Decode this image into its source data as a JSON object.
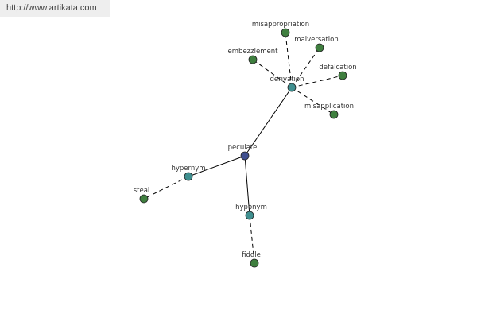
{
  "header": {
    "url": "http://www.artikata.com"
  },
  "colors": {
    "center_node": "#3f4f8f",
    "relation_node": "#3f8f8f",
    "leaf_node": "#3f7f3f",
    "edge": "#000000",
    "label": "#333333",
    "url_bar_bg": "#eeeeee"
  },
  "graph": {
    "nodes": [
      {
        "id": "peculate",
        "label": "peculate",
        "kind": "center"
      },
      {
        "id": "derivation",
        "label": "derivation",
        "kind": "relation"
      },
      {
        "id": "hypernym",
        "label": "hypernym",
        "kind": "relation"
      },
      {
        "id": "hyponym",
        "label": "hyponym",
        "kind": "relation"
      },
      {
        "id": "misappropriation",
        "label": "misappropriation",
        "kind": "leaf"
      },
      {
        "id": "malversation",
        "label": "malversation",
        "kind": "leaf"
      },
      {
        "id": "embezzlement",
        "label": "embezzlement",
        "kind": "leaf"
      },
      {
        "id": "defalcation",
        "label": "defalcation",
        "kind": "leaf"
      },
      {
        "id": "misapplication",
        "label": "misapplication",
        "kind": "leaf"
      },
      {
        "id": "steal",
        "label": "steal",
        "kind": "leaf"
      },
      {
        "id": "fiddle",
        "label": "fiddle",
        "kind": "leaf"
      }
    ],
    "edges": [
      {
        "from": "peculate",
        "to": "derivation",
        "style": "solid"
      },
      {
        "from": "peculate",
        "to": "hypernym",
        "style": "solid"
      },
      {
        "from": "peculate",
        "to": "hyponym",
        "style": "solid"
      },
      {
        "from": "derivation",
        "to": "misappropriation",
        "style": "dashed"
      },
      {
        "from": "derivation",
        "to": "malversation",
        "style": "dashed"
      },
      {
        "from": "derivation",
        "to": "embezzlement",
        "style": "dashed"
      },
      {
        "from": "derivation",
        "to": "defalcation",
        "style": "dashed"
      },
      {
        "from": "derivation",
        "to": "misapplication",
        "style": "dashed"
      },
      {
        "from": "hypernym",
        "to": "steal",
        "style": "dashed"
      },
      {
        "from": "hyponym",
        "to": "fiddle",
        "style": "dashed"
      }
    ]
  }
}
